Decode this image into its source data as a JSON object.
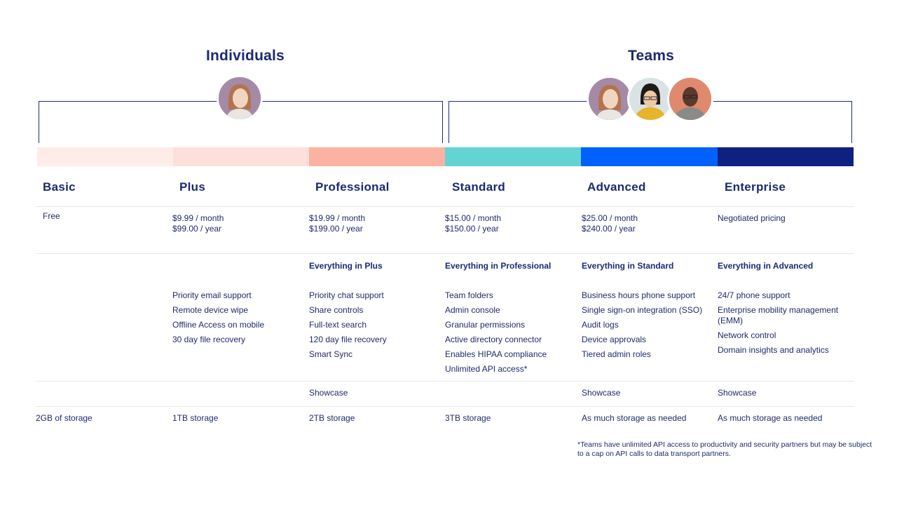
{
  "groups": {
    "individuals": "Individuals",
    "teams": "Teams"
  },
  "colors": {
    "basic": "#fdece8",
    "plus": "#fde0da",
    "professional": "#fcb2a2",
    "standard": "#63d3d3",
    "advanced": "#0061fe",
    "enterprise": "#0f2180",
    "text": "#1e2b6b"
  },
  "plans": [
    {
      "name": "Basic",
      "price": [
        "Free"
      ],
      "everything": "",
      "features": [],
      "showcase": "",
      "storage": "2GB of storage"
    },
    {
      "name": "Plus",
      "price": [
        "$9.99 / month",
        "$99.00 / year"
      ],
      "everything": "",
      "features": [
        "Priority email support",
        "Remote device wipe",
        "Offline Access on mobile",
        "30 day file recovery"
      ],
      "showcase": "",
      "storage": "1TB storage"
    },
    {
      "name": "Professional",
      "price": [
        "$19.99 / month",
        "$199.00 / year"
      ],
      "everything": "Everything in Plus",
      "features": [
        "Priority chat support",
        "Share controls",
        "Full-text search",
        "120 day file recovery",
        "Smart Sync"
      ],
      "showcase": "Showcase",
      "storage": "2TB storage"
    },
    {
      "name": "Standard",
      "price": [
        "$15.00 / month",
        "$150.00 / year"
      ],
      "everything": "Everything in Professional",
      "features": [
        "Team folders",
        "Admin console",
        "Granular permissions",
        "Active directory connector",
        "Enables HIPAA compliance",
        "Unlimited API access*"
      ],
      "showcase": "",
      "storage": "3TB storage"
    },
    {
      "name": "Advanced",
      "price": [
        "$25.00 / month",
        "$240.00 / year"
      ],
      "everything": "Everything in Standard",
      "features": [
        "Business hours phone support",
        "Single sign-on integration (SSO)",
        "Audit logs",
        "Device approvals",
        "Tiered admin roles"
      ],
      "showcase": "Showcase",
      "storage": "As much storage as needed"
    },
    {
      "name": "Enterprise",
      "price": [
        "Negotiated pricing"
      ],
      "everything": "Everything in Advanced",
      "features": [
        "24/7 phone support",
        "Enterprise mobility management (EMM)",
        "Network control",
        "Domain insights and analytics"
      ],
      "showcase": "Showcase",
      "storage": "As much storage as needed"
    }
  ],
  "footnote": "*Teams have unlimited API access to productivity and security partners but may be subject to a cap on API calls to data transport partners."
}
